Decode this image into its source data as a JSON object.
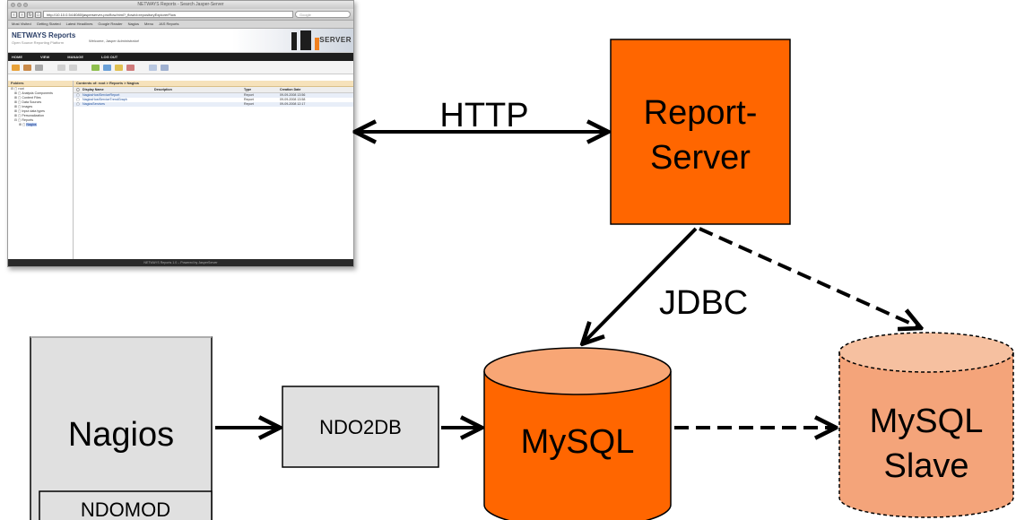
{
  "labels": {
    "http": "HTTP",
    "jdbc": "JDBC",
    "report_server_line1": "Report-",
    "report_server_line2": "Server",
    "nagios": "Nagios",
    "ndomod": "NDOMOD",
    "ndo2db": "NDO2DB",
    "mysql": "MySQL",
    "mysql_slave_line1": "MySQL",
    "mysql_slave_line2": "Slave"
  },
  "colors": {
    "orange": "#FF6600",
    "light_orange": "#F4A47A",
    "gray_box": "#E0E0E0",
    "line": "#000000"
  },
  "browser": {
    "window_title": "NETWAYS Reports - Search Jasper-Server",
    "url": "http://10.10.0.54:8080/jasperserver-pro/flow.html?_flowId=repositoryExplorerFlow",
    "search_placeholder": "Google",
    "bookmarks": [
      "Most Visited",
      "Getting Started",
      "Latest Headlines",
      "Google Reader",
      "Nagios",
      "Menu",
      "JAS Reports"
    ],
    "app_name": "NETWAYS Reports",
    "app_subtitle": "Open Source Reporting Platform",
    "welcome": "Welcome, Jasper Administrator!",
    "banner_text": "SERVER",
    "menu": [
      "HOME",
      "VIEW",
      "MANAGE",
      "LOG OUT"
    ],
    "folders_title": "Folders",
    "folders": [
      "root",
      "Analysis Components",
      "Content Files",
      "Data Sources",
      "Images",
      "Input data types",
      "Personalization",
      "Reports",
      "Nagios"
    ],
    "breadcrumb": "Contents of: root > Reports > Nagios",
    "table_headers": [
      "Display Name",
      "Description",
      "Type",
      "Creation Date"
    ],
    "rows": [
      {
        "name": "NagiosHostServiceReport",
        "type": "Report",
        "date": "09-09-2008 13:56"
      },
      {
        "name": "NagiosHostServiceTrendGraph",
        "type": "Report",
        "date": "09-09-2008 13:58"
      },
      {
        "name": "NagiosServices",
        "type": "Report",
        "date": "09-09-2008 12:17"
      }
    ],
    "status": "NETWAYS Reports 1.0 – Powered by JasperServer"
  }
}
